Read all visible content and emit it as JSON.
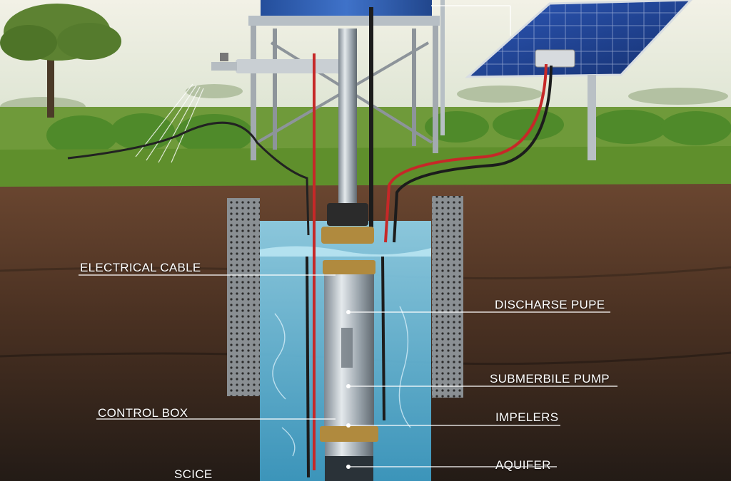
{
  "callouts": {
    "electrical_cable": "ELECTRICAL CABLE",
    "discharge_pipe": "DISCHARSE PUPE",
    "submersible_pump": "SUBMERBILE PUMP",
    "control_box": "CONTROL BOX",
    "impellers": "IMPELERS",
    "aquifer": "AQUIFER",
    "scice": "SCICE"
  },
  "colors": {
    "sky": "#e7ecdf",
    "grass": "#5f8f2c",
    "soil_top": "#5a3b26",
    "soil_deep": "#2a2019",
    "water": "#5fb6d8",
    "tank": "#2f5fb5",
    "solar_panel": "#1f3f8f",
    "cable_red": "#c62828",
    "cable_black": "#1c1c1c",
    "pump_steel": "#a9b3bb",
    "brass": "#b08a3e"
  }
}
